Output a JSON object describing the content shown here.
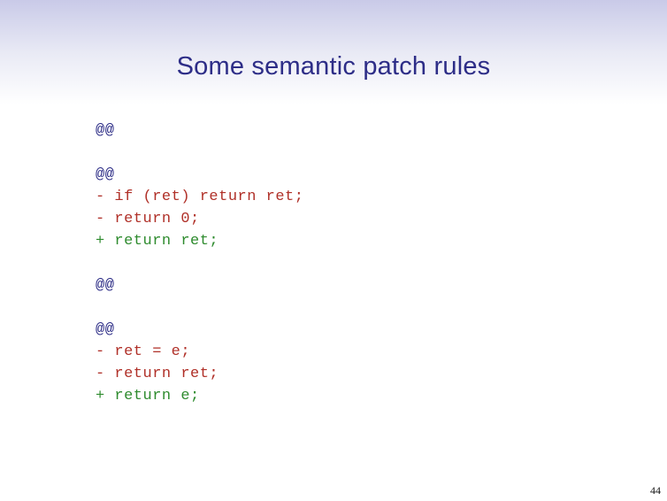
{
  "slide": {
    "title": "Some semantic patch rules",
    "page_number": "44",
    "colors": {
      "background_top": "#c9cae8",
      "background_bottom": "#ffffff",
      "title_text": "#2d2d87",
      "context_line": "#2b2b85",
      "removed_line": "#b03028",
      "added_line": "#2e8b2e",
      "page_number_text": "#111111"
    },
    "code_lines": [
      {
        "text": "@@",
        "type": "context"
      },
      {
        "text": "",
        "type": "blank"
      },
      {
        "text": "@@",
        "type": "context"
      },
      {
        "text": "- if (ret) return ret;",
        "type": "removed"
      },
      {
        "text": "- return 0;",
        "type": "removed"
      },
      {
        "text": "+ return ret;",
        "type": "added"
      },
      {
        "text": "",
        "type": "blank"
      },
      {
        "text": "@@",
        "type": "context"
      },
      {
        "text": "",
        "type": "blank"
      },
      {
        "text": "@@",
        "type": "context"
      },
      {
        "text": "- ret = e;",
        "type": "removed"
      },
      {
        "text": "- return ret;",
        "type": "removed"
      },
      {
        "text": "+ return e;",
        "type": "added"
      }
    ]
  }
}
